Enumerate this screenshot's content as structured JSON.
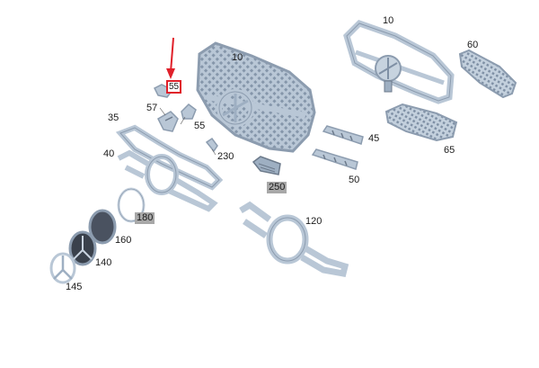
{
  "labels": {
    "p10_main": "10",
    "p10_right": "10",
    "p60": "60",
    "p55_top": "55",
    "p57": "57",
    "p55": "55",
    "p35": "35",
    "p40": "40",
    "p230": "230",
    "p45": "45",
    "p65": "65",
    "p250": "250",
    "p50": "50",
    "p180": "180",
    "p160": "160",
    "p120": "120",
    "p140": "140",
    "p145": "145"
  },
  "colors": {
    "part_fill": "#b9c7d6",
    "part_stroke": "#8c9caf",
    "part_dark": "#6c7a8b",
    "highlight": "#e0202a",
    "label_box": "#a8a8a8"
  },
  "icons": {
    "arrow": "red-down-arrow-icon"
  }
}
